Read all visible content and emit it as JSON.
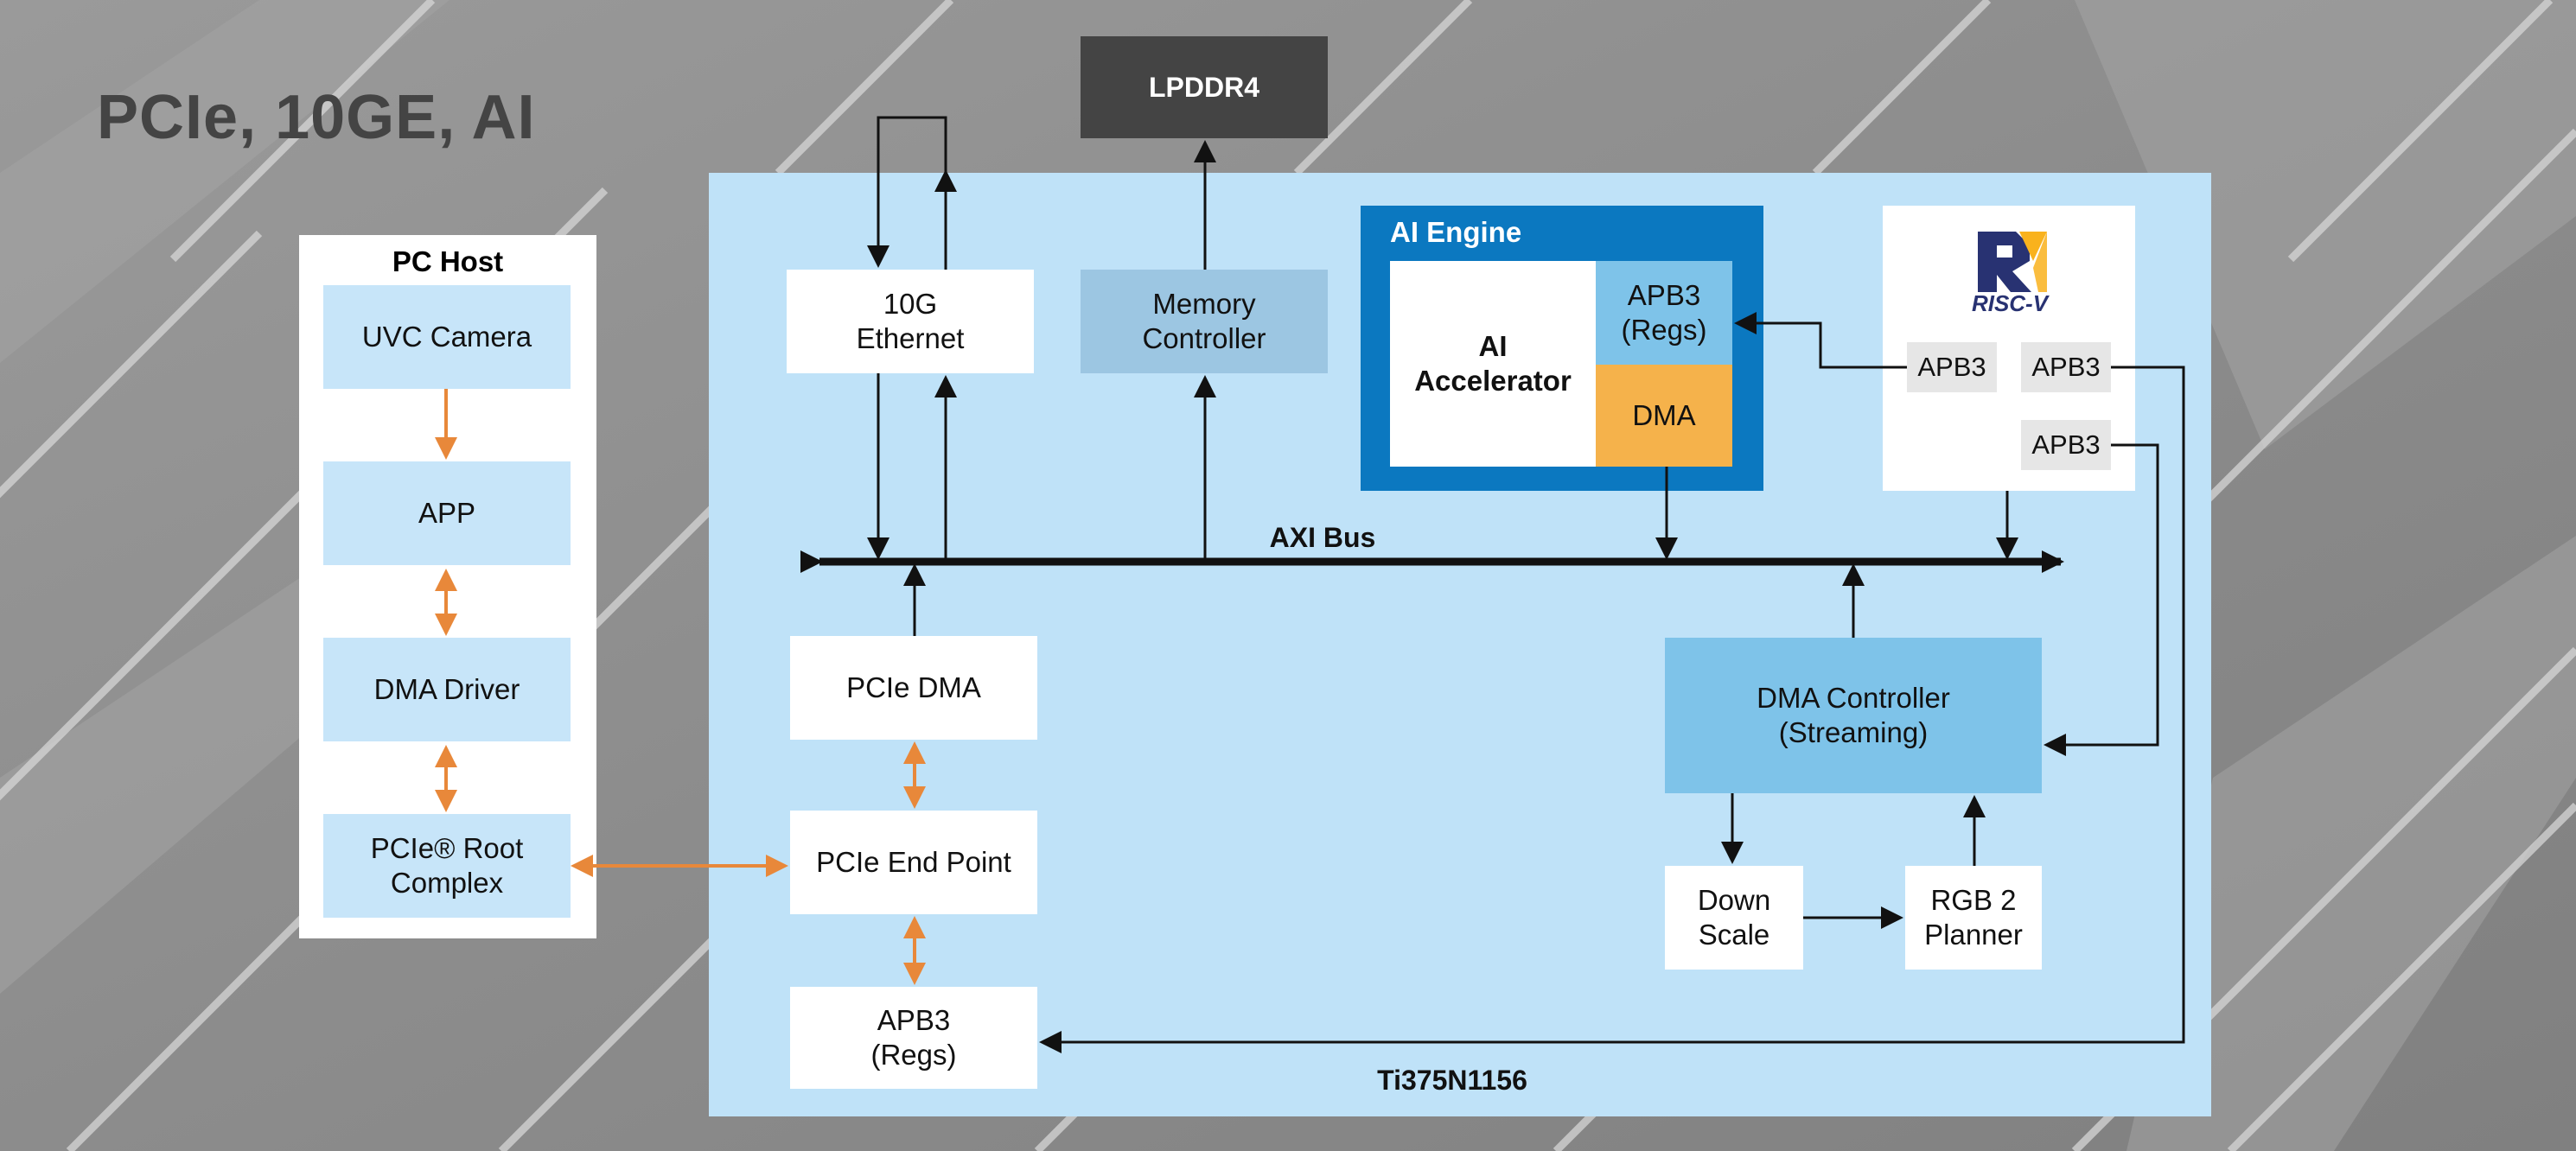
{
  "slide_title": "PCIe, 10GE, AI",
  "pc_host": {
    "title": "PC Host",
    "blocks": [
      "UVC Camera",
      "APP",
      "DMA Driver",
      "PCIe® Root\nComplex"
    ]
  },
  "fpga": {
    "label": "Ti375N1156",
    "lpddr4": "LPDDR4",
    "ethernet": "10G\nEthernet",
    "memory_controller": "Memory\nController",
    "axi_bus": "AXI Bus",
    "pcie_dma": "PCIe DMA",
    "pcie_endpoint": "PCIe End Point",
    "apb3_regs": "APB3\n(Regs)",
    "dma_controller": "DMA Controller\n(Streaming)",
    "down_scale": "Down\nScale",
    "rgb2planner": "RGB 2\nPlanner",
    "ai_engine": {
      "title": "AI Engine",
      "accelerator": "AI\nAccelerator",
      "apb3_regs": "APB3\n(Regs)",
      "dma": "DMA"
    },
    "riscv": {
      "logo_text": "RISC-V",
      "apb3_ports": [
        "APB3",
        "APB3",
        "APB3"
      ]
    }
  },
  "colors": {
    "background_gray": "#8a8a8a",
    "fpga_fill": "#bfe2f8",
    "light_block": "#c7e5f9",
    "memory_ctrl": "#9cc6e2",
    "dma_ctrl": "#7ec3e9",
    "ai_engine": "#0b78c0",
    "ai_dma": "#f5b24b",
    "ai_apb3": "#7ec3e9",
    "lpddr4": "#444444",
    "orange_arrow": "#e8883a",
    "riscv_gray": "#e6e6e6"
  }
}
